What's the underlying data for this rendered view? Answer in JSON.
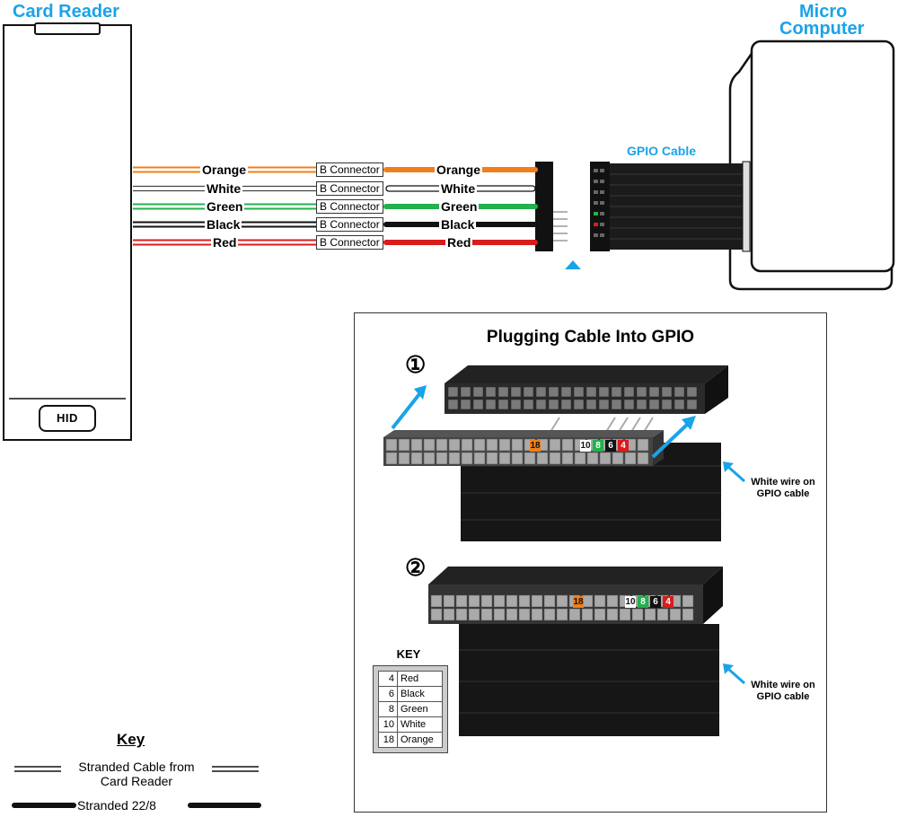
{
  "card_reader": {
    "title": "Card Reader",
    "logo": "HID"
  },
  "micro_computer": {
    "title_line1": "Micro",
    "title_line2": "Computer"
  },
  "gpio_cable_label": "GPIO Cable",
  "connector_label": "B Connector",
  "wires": [
    {
      "name": "Orange",
      "color": "#f07f1a"
    },
    {
      "name": "White",
      "color": "#ffffff"
    },
    {
      "name": "Green",
      "color": "#22b14c"
    },
    {
      "name": "Black",
      "color": "#111111"
    },
    {
      "name": "Red",
      "color": "#d91c1c"
    }
  ],
  "panel": {
    "title": "Plugging Cable Into GPIO",
    "step1": "①",
    "step2": "②",
    "white_wire_note_line1": "White wire on",
    "white_wire_note_line2": "GPIO cable",
    "pin_labels": [
      {
        "pin": "18",
        "bg": "#f07f1a",
        "fg": "#111111"
      },
      {
        "pin": "10",
        "bg": "#ffffff",
        "fg": "#111111"
      },
      {
        "pin": "8",
        "bg": "#22b14c",
        "fg": "#ffffff"
      },
      {
        "pin": "6",
        "bg": "#111111",
        "fg": "#ffffff"
      },
      {
        "pin": "4",
        "bg": "#d91c1c",
        "fg": "#ffffff"
      }
    ],
    "key": {
      "title": "KEY",
      "rows": [
        {
          "pin": "4",
          "color": "Red"
        },
        {
          "pin": "6",
          "color": "Black"
        },
        {
          "pin": "8",
          "color": "Green"
        },
        {
          "pin": "10",
          "color": "White"
        },
        {
          "pin": "18",
          "color": "Orange"
        }
      ]
    }
  },
  "legend": {
    "title": "Key",
    "stranded_cable_line1": "Stranded Cable from",
    "stranded_cable_line2": "Card Reader",
    "stranded_22": "Stranded 22/8"
  },
  "accent": "#1aa3e8"
}
